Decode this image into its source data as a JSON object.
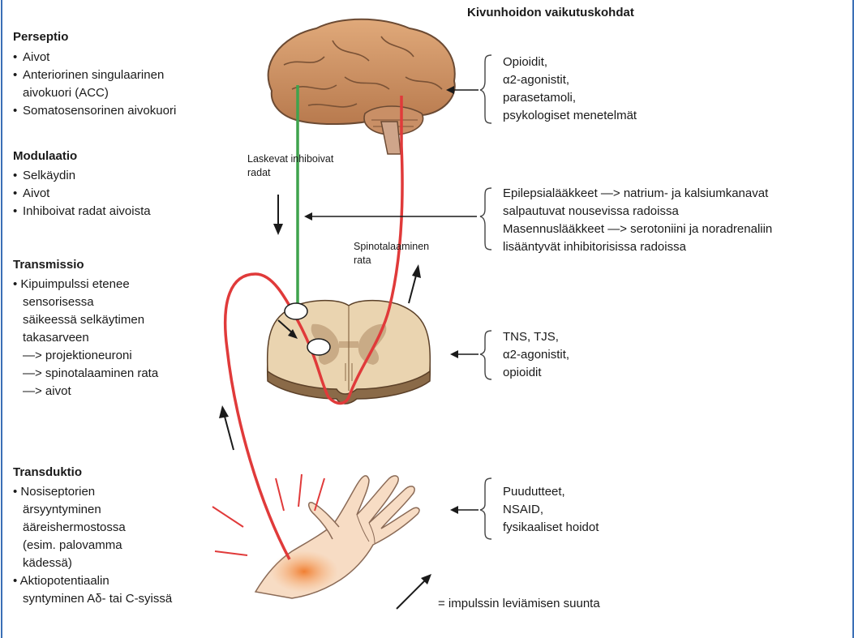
{
  "title": "Kivunhoidon vaikutuskohdat",
  "left_sections": {
    "perception": {
      "heading": "Perseptio",
      "items": [
        "Aivot",
        "Anteriorinen singulaarinen",
        "aivokuori (ACC)",
        "Somatosensorinen aivokuori"
      ]
    },
    "modulation": {
      "heading": "Modulaatio",
      "items": [
        "Selkäydin",
        "Aivot",
        "Inhiboivat radat aivoista"
      ]
    },
    "transmission": {
      "heading": "Transmissio",
      "lines": [
        "Kipuimpulssi etenee",
        "sensorisessa",
        "säikeessä selkäytimen",
        "takasarveen",
        "—> projektioneuroni",
        "—> spinotalaaminen rata",
        "—> aivot"
      ]
    },
    "transduction": {
      "heading": "Transduktio",
      "lines": [
        "Nosiseptorien",
        "ärsyyntyminen",
        "ääreishermostossa",
        "(esim. palovamma",
        "kädessä)",
        "Aktiopotentiaalin",
        "syntyminen Aδ- tai C-syissä"
      ]
    }
  },
  "diagram_labels": {
    "descending": [
      "Laskevat inhiboivat",
      "radat"
    ],
    "spinothalamic": [
      "Spinotalaaminen",
      "rata"
    ]
  },
  "right_groups": {
    "brain": [
      "Opioidit,",
      "α2-agonistit,",
      "parasetamoli,",
      "psykologiset menetelmät"
    ],
    "modulation": [
      "Epilepsialääkkeet —>  natrium- ja kalsiumkanavat",
      "salpautuvat nousevissa radoissa",
      "Masennuslääkkeet —> serotoniini ja noradrenaliin",
      "lisääntyvät inhibitorisissa radoissa"
    ],
    "spinal": [
      "TNS, TJS,",
      "α2-agonistit,",
      "opioidit"
    ],
    "hand": [
      "Puudutteet,",
      "NSAID,",
      "fysikaaliset hoidot"
    ]
  },
  "legend": "= impulssin leviämisen suunta",
  "colors": {
    "ascending_pathway": "#e03a3a",
    "descending_pathway": "#3fa34d",
    "brain": "#c68a5a",
    "frame": "#3b6fb6",
    "burn": "#f08a3a"
  }
}
